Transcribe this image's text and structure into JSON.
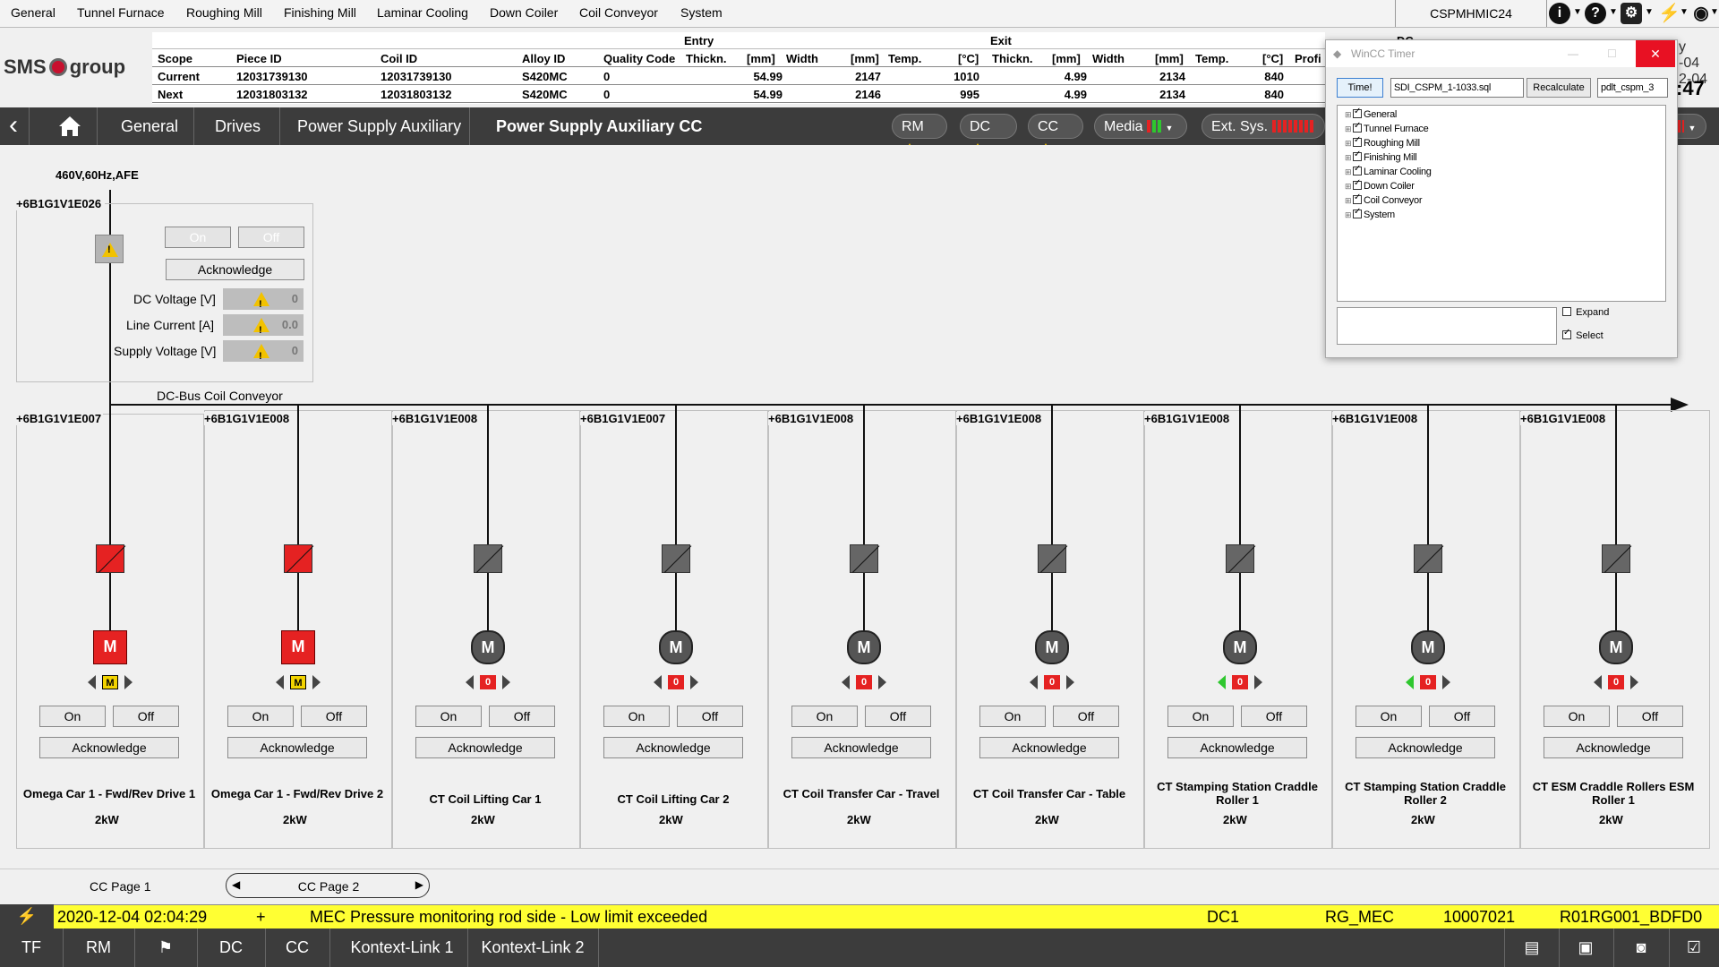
{
  "menu": {
    "items": [
      "General",
      "Tunnel Furnace",
      "Roughing Mill",
      "Finishing Mill",
      "Laminar Cooling",
      "Down Coiler",
      "Coil Conveyor",
      "System"
    ],
    "host": "CSPMHMIC24"
  },
  "logo": {
    "left": "SMS",
    "right": "group"
  },
  "info": {
    "entry": "Entry",
    "exit": "Exit",
    "headers": [
      "Scope",
      "Piece ID",
      "Coil ID",
      "Alloy ID",
      "Quality Code",
      "Thickn.",
      "[mm]",
      "Width",
      "[mm]",
      "Temp.",
      "[°C]",
      "Thickn.",
      "[mm]",
      "Width",
      "[mm]",
      "Temp.",
      "[°C]",
      "Profi"
    ],
    "rows": [
      {
        "scope": "Current",
        "piece": "12031739130",
        "coil": "12031739130",
        "alloy": "S420MC",
        "quality": "0",
        "en_thick": "54.99",
        "en_width": "2147",
        "en_temp": "1010",
        "ex_thick": "4.99",
        "ex_width": "2134",
        "ex_temp": "840"
      },
      {
        "scope": "Next",
        "piece": "12031803132",
        "coil": "12031803132",
        "alloy": "S420MC",
        "quality": "0",
        "en_thick": "54.99",
        "en_width": "2146",
        "en_temp": "995",
        "ex_thick": "4.99",
        "ex_width": "2134",
        "ex_temp": "840"
      }
    ],
    "right_partial": {
      "top": "DC",
      "date": "y",
      "date2": "-04",
      "date3": "2-04",
      "time": ":47"
    }
  },
  "breadcrumb": {
    "items": [
      "General",
      "Drives",
      "Power Supply Auxiliary",
      "Power Supply Auxiliary CC"
    ]
  },
  "status_pills": {
    "rm": "RM",
    "dc": "DC",
    "cc": "CC",
    "media": "Media",
    "ext": "Ext. Sys."
  },
  "supply": {
    "spec": "460V,60Hz,AFE",
    "id": "+6B1G1V1E026",
    "on": "On",
    "off": "Off",
    "ack": "Acknowledge",
    "measurements": [
      {
        "label": "DC Voltage",
        "unit": "[V]",
        "value": "0"
      },
      {
        "label": "Line Current",
        "unit": "[A]",
        "value": "0.0"
      },
      {
        "label": "Supply Voltage",
        "unit": "[V]",
        "value": "0"
      }
    ]
  },
  "bus": {
    "label": "DC-Bus Coil Conveyor"
  },
  "drives": [
    {
      "id": "+6B1G1V1E007",
      "name": "Omega Car 1 - Fwd/Rev Drive 1",
      "power": "2kW",
      "state": "fault",
      "code": "M",
      "on": "On",
      "off": "Off",
      "ack": "Acknowledge"
    },
    {
      "id": "+6B1G1V1E008",
      "name": "Omega Car 1 - Fwd/Rev Drive 2",
      "power": "2kW",
      "state": "fault",
      "code": "M",
      "on": "On",
      "off": "Off",
      "ack": "Acknowledge"
    },
    {
      "id": "+6B1G1V1E008",
      "name": "CT Coil Lifting Car 1",
      "power": "2kW",
      "state": "off",
      "code": "0",
      "on": "On",
      "off": "Off",
      "ack": "Acknowledge"
    },
    {
      "id": "+6B1G1V1E007",
      "name": "CT Coil Lifting Car 2",
      "power": "2kW",
      "state": "off",
      "code": "0",
      "on": "On",
      "off": "Off",
      "ack": "Acknowledge"
    },
    {
      "id": "+6B1G1V1E008",
      "name": "CT Coil Transfer Car - Travel",
      "power": "2kW",
      "state": "off",
      "code": "0",
      "on": "On",
      "off": "Off",
      "ack": "Acknowledge"
    },
    {
      "id": "+6B1G1V1E008",
      "name": "CT Coil Transfer Car - Table",
      "power": "2kW",
      "state": "off",
      "code": "0",
      "on": "On",
      "off": "Off",
      "ack": "Acknowledge"
    },
    {
      "id": "+6B1G1V1E008",
      "name": "CT Stamping Station Craddle  Roller 1",
      "power": "2kW",
      "state": "green",
      "code": "0",
      "on": "On",
      "off": "Off",
      "ack": "Acknowledge"
    },
    {
      "id": "+6B1G1V1E008",
      "name": "CT Stamping Station Craddle  Roller 2",
      "power": "2kW",
      "state": "green",
      "code": "0",
      "on": "On",
      "off": "Off",
      "ack": "Acknowledge"
    },
    {
      "id": "+6B1G1V1E008",
      "name": "CT ESM Craddle Rollers ESM Roller  1",
      "power": "2kW",
      "state": "off",
      "code": "0",
      "on": "On",
      "off": "Off",
      "ack": "Acknowledge"
    }
  ],
  "motor_letter": "M",
  "pages": {
    "p1": "CC Page 1",
    "p2": "CC Page 2"
  },
  "alarm": {
    "datetime": "2020-12-04 02:04:29",
    "sign": "+",
    "message": "MEC Pressure monitoring rod side - Low limit exceeded",
    "area": "DC1",
    "group": "RG_MEC",
    "number": "10007021",
    "tag": "R01RG001_BDFD0"
  },
  "bottom": {
    "tf": "TF",
    "rm": "RM",
    "dc": "DC",
    "cc": "CC",
    "k1": "Kontext-Link 1",
    "k2": "Kontext-Link 2"
  },
  "wincc": {
    "title": "WinCC Timer",
    "time_btn": "Time!",
    "file": "SDI_CSPM_1-1033.sql",
    "recalc": "Recalculate",
    "field2": "pdlt_cspm_3",
    "tree": [
      "General",
      "Tunnel Furnace",
      "Roughing Mill",
      "Finishing Mill",
      "Laminar Cooling",
      "Down Coiler",
      "Coil Conveyor",
      "System"
    ],
    "expand": "Expand",
    "select": "Select"
  },
  "colors": {
    "fault": "#e52222",
    "warning": "#f2c200",
    "alarm_bg": "#ffff33",
    "bar": "#3c3c3c"
  }
}
